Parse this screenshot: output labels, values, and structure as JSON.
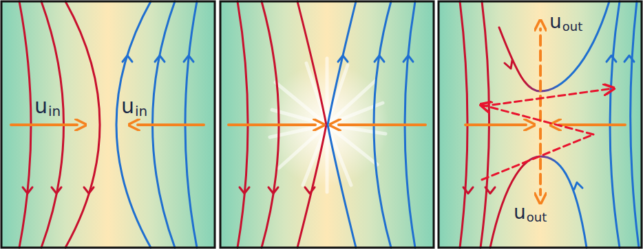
{
  "diagram": {
    "labels": [
      "u",
      "in",
      "u",
      "in",
      "u",
      "out",
      "u",
      "out"
    ]
  }
}
